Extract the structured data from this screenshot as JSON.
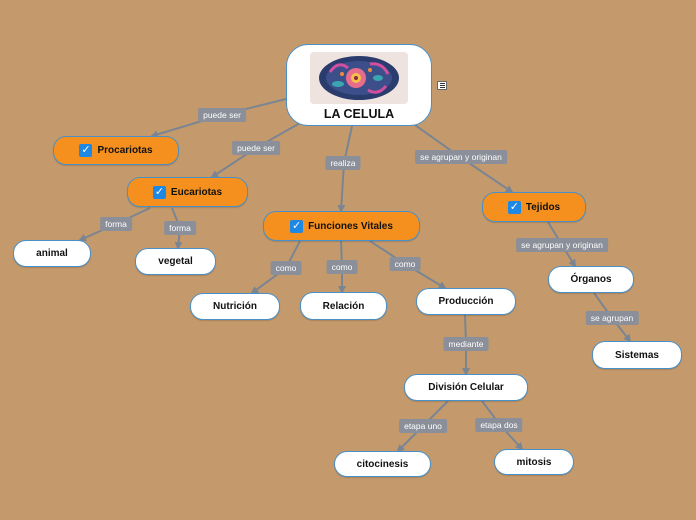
{
  "colors": {
    "background": "#c49a6c",
    "link": "#7b8591",
    "label_bg": "#8a8f99",
    "node_border": "#4a90c8",
    "orange_node": "#f5901e",
    "check": "#1e88e5"
  },
  "root": {
    "title": "LA CELULA",
    "image": "cell-illustration",
    "note_icon": "note-icon"
  },
  "nodes": {
    "procariotas": "Procariotas",
    "eucariotas": "Eucariotas",
    "funciones": "Funciones Vitales",
    "tejidos": "Tejidos",
    "animal": "animal",
    "vegetal": "vegetal",
    "nutricion": "Nutrición",
    "relacion": "Relación",
    "produccion": "Producción",
    "organos": "Órganos",
    "sistemas": "Sistemas",
    "division": "División Celular",
    "citocinesis": "citocinesis",
    "mitosis": "mitosis"
  },
  "link_labels": {
    "puede_ser_1": "puede ser",
    "puede_ser_2": "puede ser",
    "realiza": "realiza",
    "se_agrupan_1": "se agrupan y originan",
    "forma_1": "forma",
    "forma_2": "forma",
    "como_1": "como",
    "como_2": "como",
    "como_3": "como",
    "se_agrupan_2": "se agrupan y originan",
    "se_agrupan_3": "se agrupan",
    "mediante": "mediante",
    "etapa_uno": "etapa uno",
    "etapa_dos": "etapa dos"
  }
}
